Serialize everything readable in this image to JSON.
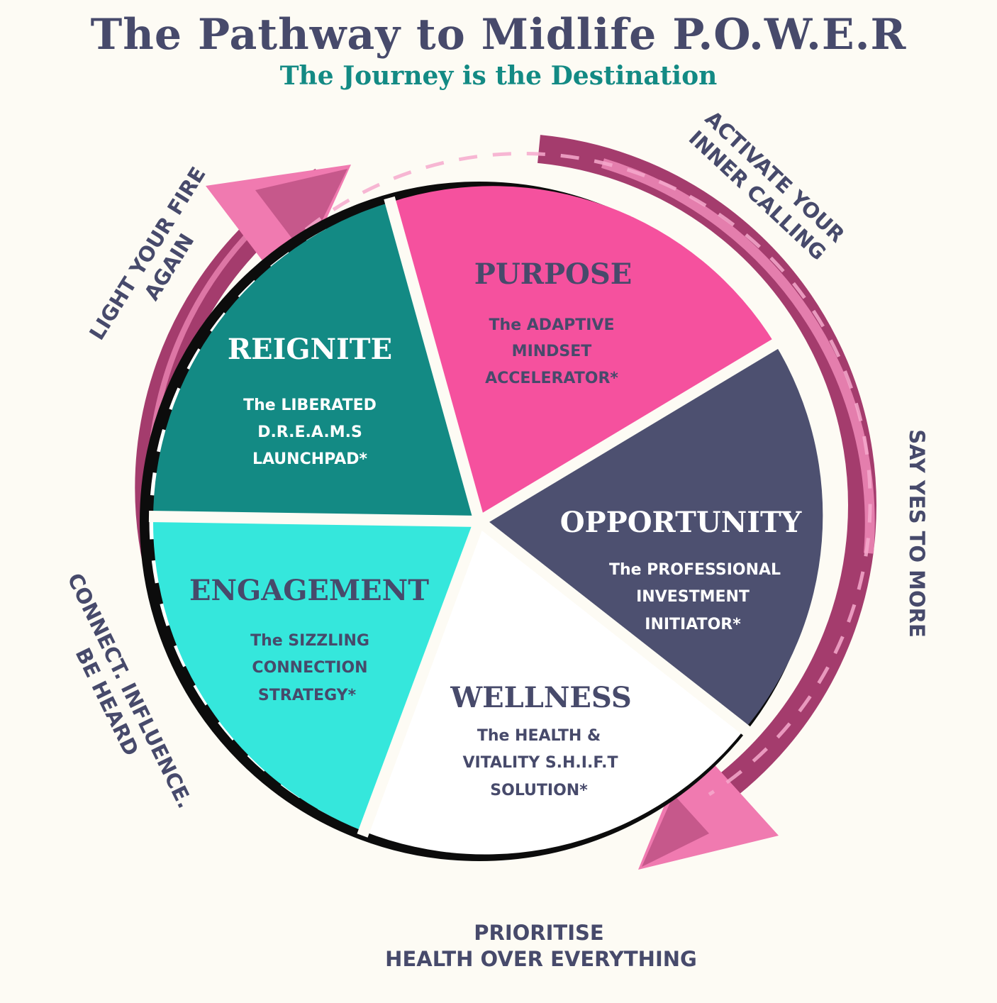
{
  "title": "The Pathway to Midlife P.O.W.E.R",
  "subtitle": "The Journey is the Destination",
  "colors": {
    "navy": "#474a6b",
    "teal": "#138a84",
    "pink": "#f5519e",
    "cyan": "#35e7dc",
    "white": "#ffffff",
    "road": "#0c0c0c",
    "arrow_dark": "#a43c6d",
    "arrow_light": "#f08ab8"
  },
  "segments": {
    "purpose": {
      "title": "PURPOSE",
      "desc": [
        "The ADAPTIVE",
        "MINDSET",
        "ACCELERATOR*"
      ]
    },
    "opportunity": {
      "title": "OPPORTUNITY",
      "desc": [
        "The PROFESSIONAL",
        "INVESTMENT",
        "INITIATOR*"
      ]
    },
    "wellness": {
      "title": "WELLNESS",
      "desc": [
        "The HEALTH &",
        "VITALITY S.H.I.F.T",
        "SOLUTION*"
      ]
    },
    "engagement": {
      "title": "ENGAGEMENT",
      "desc": [
        "The SIZZLING",
        "CONNECTION",
        "STRATEGY*"
      ]
    },
    "reignite": {
      "title": "REIGNITE",
      "desc": [
        "The LIBERATED",
        "D.R.E.A.M.S",
        "LAUNCHPAD*"
      ]
    }
  },
  "outer_labels": {
    "top_right": [
      "ACTIVATE YOUR",
      "INNER CALLING"
    ],
    "right": [
      "SAY YES TO MORE"
    ],
    "bottom": [
      "PRIORITISE",
      "HEALTH OVER EVERYTHING"
    ],
    "left_bottom": [
      "CONNECT. INFLUENCE.",
      "BE HEARD"
    ],
    "left_top": [
      "LIGHT YOUR FIRE",
      "AGAIN"
    ]
  }
}
